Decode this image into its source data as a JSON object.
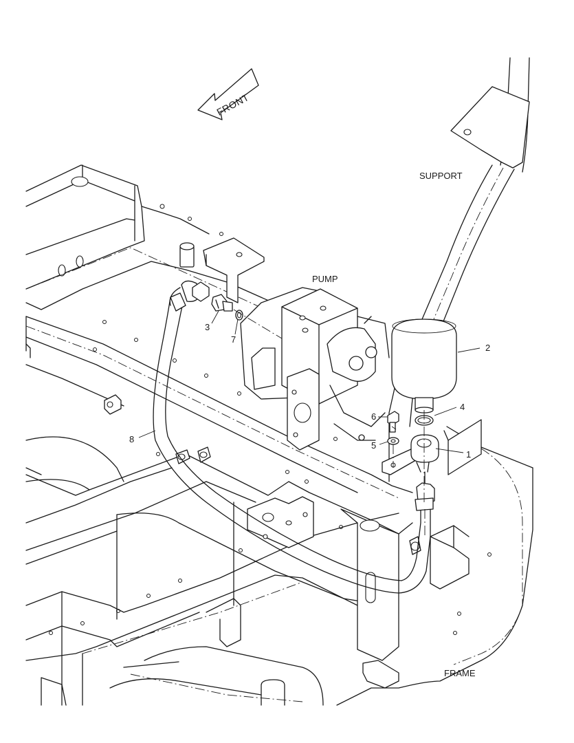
{
  "front_arrow": {
    "label": "FRONT"
  },
  "labels": {
    "support": "SUPPORT",
    "pump": "PUMP",
    "frame": "FRAME"
  },
  "callouts": {
    "c1": "1",
    "c2": "2",
    "c3": "3",
    "c4": "4",
    "c5": "5",
    "c6": "6",
    "c7": "7",
    "c8": "8"
  }
}
